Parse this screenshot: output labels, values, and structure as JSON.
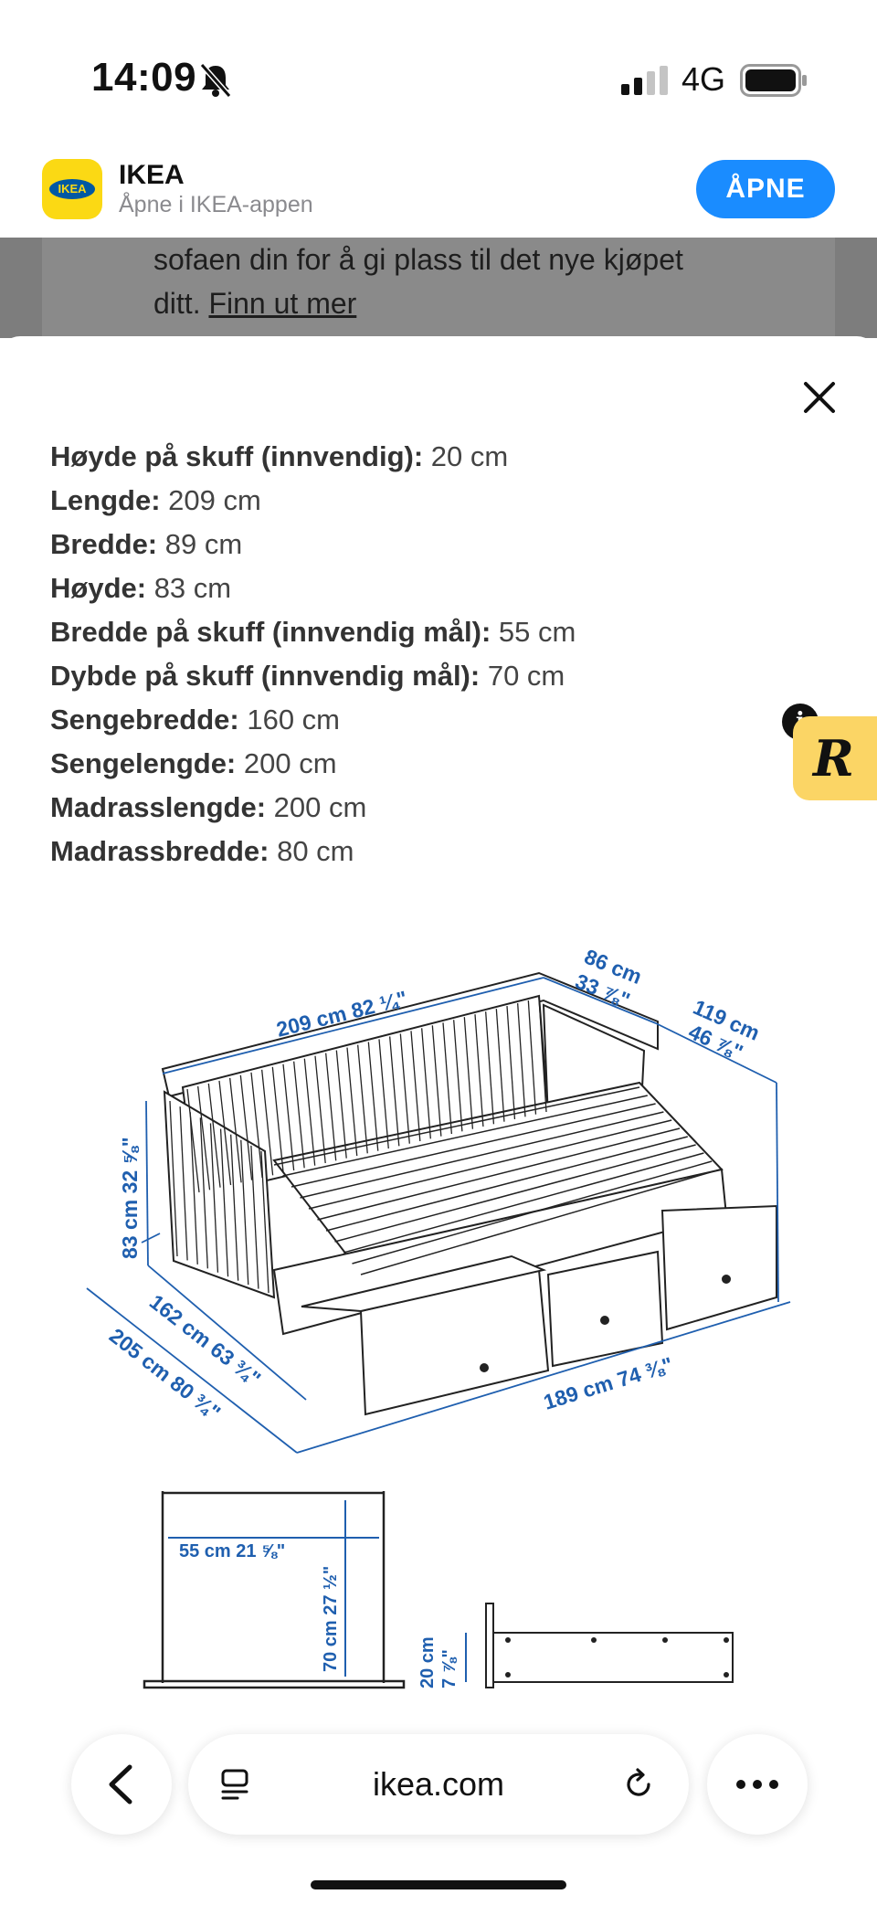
{
  "status": {
    "time": "14:09",
    "network": "4G"
  },
  "banner": {
    "app_name": "IKEA",
    "subtitle": "Åpne i IKEA-appen",
    "open_label": "ÅPNE",
    "logo_text": "IKEA"
  },
  "background_page": {
    "line1": "sofaen din for å gi plass til det nye kjøpet",
    "line2_prefix": "ditt. ",
    "link": "Finn ut mer"
  },
  "specs": [
    {
      "label": "Høyde på skuff (innvendig):",
      "value": " 20 cm"
    },
    {
      "label": "Lengde:",
      "value": " 209 cm"
    },
    {
      "label": "Bredde:",
      "value": " 89 cm"
    },
    {
      "label": "Høyde:",
      "value": " 83 cm"
    },
    {
      "label": "Bredde på skuff (innvendig mål):",
      "value": " 55 cm"
    },
    {
      "label": "Dybde på skuff (innvendig mål):",
      "value": " 70 cm"
    },
    {
      "label": "Sengebredde:",
      "value": " 160 cm"
    },
    {
      "label": "Sengelengde:",
      "value": " 200 cm"
    },
    {
      "label": "Madrasslengde:",
      "value": " 200 cm"
    },
    {
      "label": "Madrassbredde:",
      "value": " 80 cm"
    }
  ],
  "badge": {
    "letter": "R",
    "info": "i"
  },
  "drawing": {
    "dim_top_length": "209 cm 82 ¼\"",
    "dim_depth_cm": "86 cm",
    "dim_depth_in": "33 ⅞\"",
    "dim_open_cm": "119 cm",
    "dim_open_in": "46 ⅞\"",
    "dim_height": "83 cm 32 ⅝\"",
    "dim_162": "162 cm 63 ¾\"",
    "dim_205": "205 cm 80 ¾\"",
    "dim_189": "189 cm 74 ⅜\"",
    "dim_55": "55 cm 21 ⅝\"",
    "dim_70": "70 cm 27 ½\"",
    "dim_20_cm": "20 cm",
    "dim_20_in": "7 ⅞\"",
    "accent": "#1F5FAF"
  },
  "browser": {
    "url": "ikea.com"
  },
  "icons": [
    "bell-slash-icon",
    "signal-icon",
    "battery-icon",
    "close-icon",
    "back-icon",
    "reader-icon",
    "reload-icon",
    "more-icon"
  ]
}
